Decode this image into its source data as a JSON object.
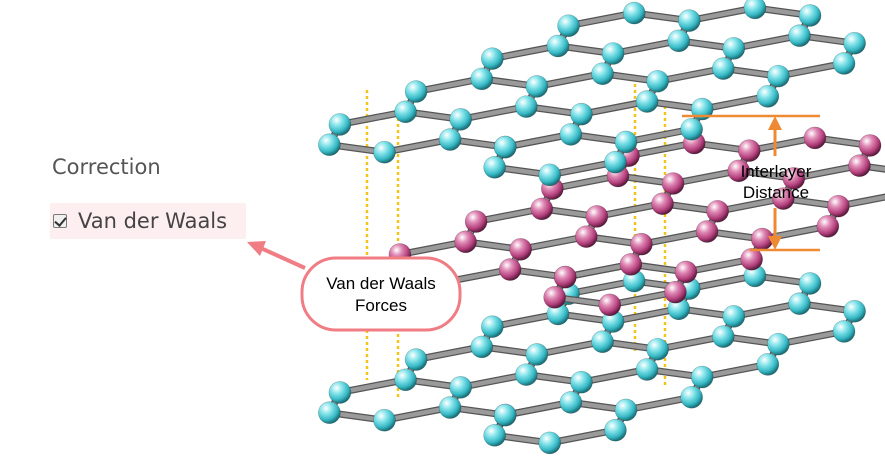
{
  "panel": {
    "title": "Correction",
    "checkbox_label": "Van der Waals",
    "checkbox_checked": true
  },
  "diagram": {
    "callout_lines": [
      "Van der Waals",
      "Forces"
    ],
    "distance_label_lines": [
      "Interlayer",
      "Distance"
    ],
    "colors": {
      "carbon_outer_layers": "#5fd3dc",
      "carbon_middle_layer": "#c9568f",
      "bond": "#9a9a9a",
      "interlayer_guides": "#f3c316",
      "distance_marker": "#ee8a33",
      "callout": "#f07c84"
    }
  }
}
